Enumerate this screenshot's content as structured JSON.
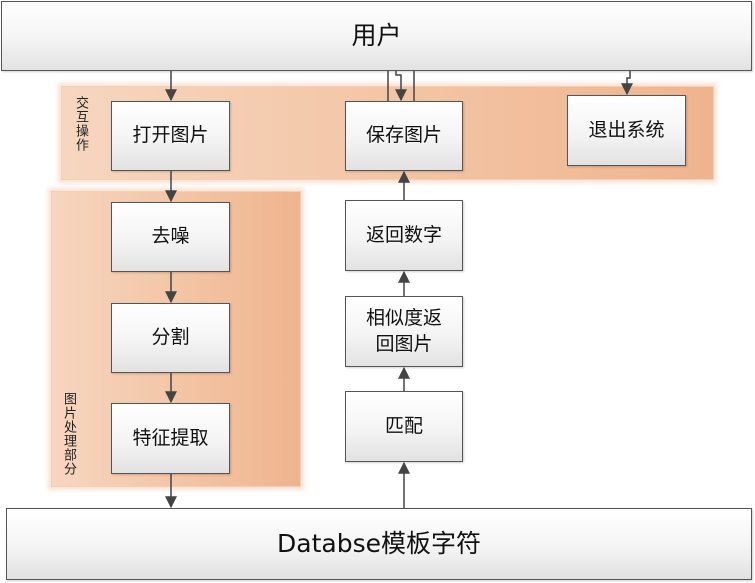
{
  "user": "用户",
  "database": "Databse模板字符",
  "regions": {
    "interaction": "交互操作",
    "processing": "图片处理部分"
  },
  "nodes": {
    "open_image": "打开图片",
    "save_image": "保存图片",
    "exit_system": "退出系统",
    "denoise": "去噪",
    "segment": "分割",
    "feature_extract": "特征提取",
    "return_digits": "返回数字",
    "similarity_return": "相似度返回图片",
    "match": "匹配"
  },
  "colors": {
    "region_fill": "#f3c4a3",
    "box_border": "#555555",
    "arrow": "#444444"
  }
}
